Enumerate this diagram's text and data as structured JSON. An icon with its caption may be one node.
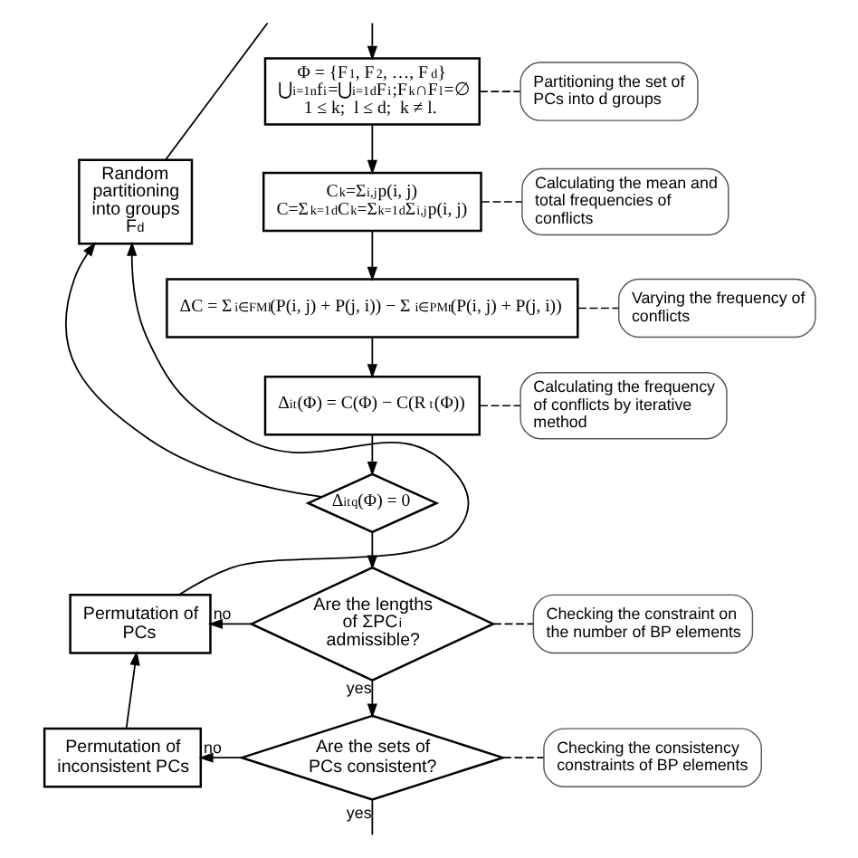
{
  "diagram": {
    "nodes": [
      {
        "text": [
          "Φ = {F$_{1}$, F$_{2}$, …, F$_{d}$}",
          "⋃$_{i=1}$$^{n}$f$_{i}$=⋃$_{i=1}$$^{d}$F$_{i}$;F$_{k}$∩F$_{l}$=∅",
          "1 ≤ k;  l ≤ d;  k ≠ l."
        ]
      },
      {
        "text": [
          "Partitioning the set of PCs into d groups"
        ]
      },
      {
        "text": [
          "C$_{k}$=Σ$_{i,j}$p(i, j)",
          "C=Σ$_{k=1}$$^{d}$C$_{k}$=Σ$_{k=1}$$^{d}$Σ$_{i,j}$p(i, j)"
        ]
      },
      {
        "text": [
          "Calculating the mean and total frequencies of conflicts"
        ]
      },
      {
        "text": [
          "ΔC = Σ$_{i∈FMl}$(P(i, j) + P(j, i)) − Σ$_{i∈PMt}$(P(i, j) + P(j, i))"
        ]
      },
      {
        "text": [
          "Varying the frequency of conflicts"
        ]
      },
      {
        "text": [
          "Δ$_{it}$(Φ) = C(Φ) − C(R$_{t}$(Φ))"
        ]
      },
      {
        "text": [
          "Calculating the frequency of conflicts by iterative method"
        ]
      },
      {
        "text": [
          "Δ$_{it}$$^{q}$(Φ) = 0"
        ]
      },
      {
        "text": [
          "Random partitioning into groups F$_{d}$"
        ]
      },
      {
        "text": [
          "Are the lengths of ΣPC$_{i}$ admissible?"
        ]
      },
      {
        "text": [
          "Checking the constraint on the number of BP elements"
        ]
      },
      {
        "text": [
          "Permutation of PCs"
        ]
      },
      {
        "text": [
          "Are the sets of PCs consistent?"
        ]
      },
      {
        "text": [
          "Checking the consistency constraints of BP elements"
        ]
      },
      {
        "text": [
          "Permutation of inconsistent PCs"
        ]
      }
    ],
    "edges": [
      {
        "from": null,
        "to": 0,
        "arrow": "to"
      },
      {
        "from": 0,
        "to": 2,
        "arrow": "to"
      },
      {
        "from": 2,
        "to": 4,
        "arrow": "to"
      },
      {
        "from": 4,
        "to": 6,
        "arrow": "to"
      },
      {
        "from": 6,
        "to": 8,
        "arrow": "to"
      },
      {
        "from": 8,
        "to": 9,
        "arrow": "to"
      },
      {
        "from": 8,
        "to": 10,
        "arrow": "to"
      },
      {
        "from": 10,
        "to": 12,
        "arrow": "to",
        "label": "no"
      },
      {
        "from": 10,
        "to": 13,
        "arrow": "to",
        "label": "yes"
      },
      {
        "from": 13,
        "to": 15,
        "arrow": "to",
        "label": "no"
      },
      {
        "from": 13,
        "to": null,
        "arrow": "none",
        "label": "yes"
      },
      {
        "from": 15,
        "to": 12,
        "arrow": "to"
      },
      {
        "from": 12,
        "to": 9,
        "arrow": "to"
      },
      {
        "from": 9,
        "to": null,
        "arrow": "none"
      },
      {
        "from": 0,
        "to": 1,
        "arrow": "none",
        "style": "dashed"
      },
      {
        "from": 2,
        "to": 3,
        "arrow": "none",
        "style": "dashed"
      },
      {
        "from": 4,
        "to": 5,
        "arrow": "none",
        "style": "dashed"
      },
      {
        "from": 6,
        "to": 7,
        "arrow": "none",
        "style": "dashed"
      },
      {
        "from": 10,
        "to": 11,
        "arrow": "none",
        "style": "dashed"
      },
      {
        "from": 13,
        "to": 14,
        "arrow": "none",
        "style": "dashed"
      }
    ]
  }
}
